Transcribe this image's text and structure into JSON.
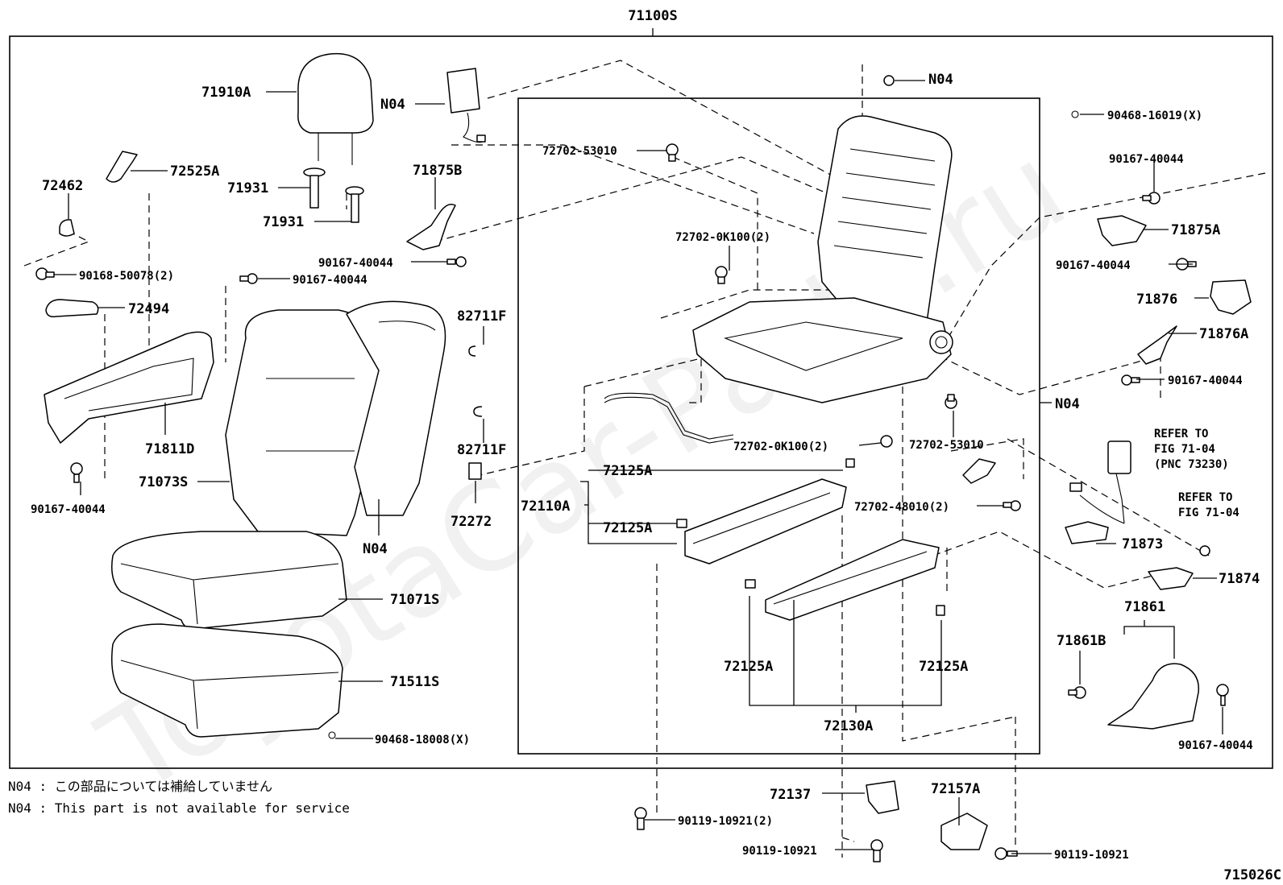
{
  "diagram": {
    "assembly_no": "71100S",
    "sub_frame_label": "N04",
    "figure_code": "715026C",
    "watermark": "ToyotaCar-Parts.ru",
    "parts": {
      "p71910A": "71910A",
      "p72525A": "72525A",
      "p72462": "72462",
      "p71931a": "71931",
      "p71931b": "71931",
      "p90168_50078": "90168-50078(2)",
      "p90167_40044_a": "90167-40044",
      "p72494": "72494",
      "p71811D": "71811D",
      "p71073S": "71073S",
      "p90167_40044_b": "90167-40044",
      "p71071S": "71071S",
      "p71511S": "71511S",
      "p90468_18008": "90468-18008(X)",
      "pN04_airbag": "N04",
      "p71875B": "71875B",
      "p90167_40044_c": "90167-40044",
      "p82711F_a": "82711F",
      "p82711F_b": "82711F",
      "p72272": "72272",
      "pN04_back": "N04",
      "p72702_53010_a": "72702-53010",
      "p72702_0K100_a": "72702-0K100(2)",
      "pN04_top": "N04",
      "p72702_0K100_b": "72702-0K100(2)",
      "p72702_53010_b": "72702-53010",
      "p72125A_a": "72125A",
      "p72110A": "72110A",
      "p72125A_b": "72125A",
      "p72702_48010": "72702-48010(2)",
      "p72125A_c": "72125A",
      "p72125A_d": "72125A",
      "p72130A": "72130A",
      "p72137": "72137",
      "p72157A": "72157A",
      "p90119_10921_a": "90119-10921(2)",
      "p90119_10921_b": "90119-10921",
      "p90119_10921_c": "90119-10921",
      "p90468_16019": "90468-16019(X)",
      "p90167_40044_d": "90167-40044",
      "p71875A": "71875A",
      "p90167_40044_e": "90167-40044",
      "p71876": "71876",
      "p71876A": "71876A",
      "p90167_40044_f": "90167-40044",
      "pN04_right": "N04",
      "p71873": "71873",
      "p71874": "71874",
      "p71861": "71861",
      "p71861B": "71861B",
      "p90167_40044_g": "90167-40044"
    },
    "refer_1": [
      "REFER TO",
      "FIG 71-04",
      "(PNC 73230)"
    ],
    "refer_2": [
      "REFER TO",
      "FIG 71-04"
    ]
  },
  "notes": {
    "jp": "N04 : この部品については補給していません",
    "en": "N04 : This part is not available for service"
  }
}
